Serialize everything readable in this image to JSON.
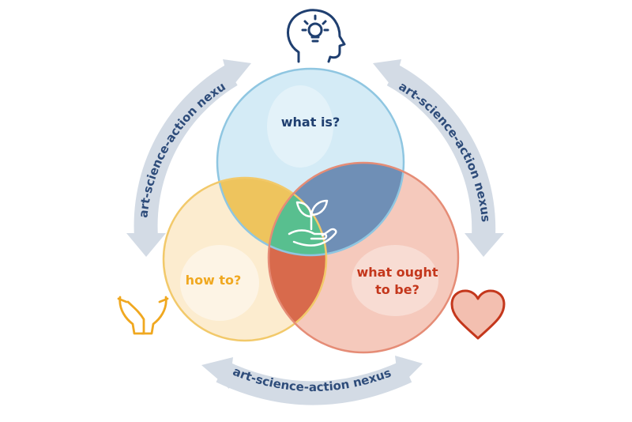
{
  "diagram": {
    "circles": {
      "what_is": {
        "label": "what is?",
        "fill": "#cde8f4",
        "stroke": "#8fc6e1",
        "text_color": "#1f3f70"
      },
      "how_to": {
        "label": "how to?",
        "fill": "#fbe9c7",
        "stroke": "#f2c96a",
        "text_color": "#f0a820"
      },
      "what_ought": {
        "label_line1": "what ought",
        "label_line2": "to be?",
        "fill": "#f3bfb0",
        "stroke": "#e58c76",
        "text_color": "#c4371c"
      }
    },
    "overlaps": {
      "top_left": "#eec45d",
      "top_right": "#6f8fb6",
      "bottom": "#d86a4c",
      "center": "#58bf8f"
    },
    "arrows": {
      "color": "#d3dbe5",
      "text_color": "#2e4c7a",
      "left_text": "art-science-action nexus",
      "right_text": "art-science-action nexus",
      "bottom_text": "art-science-action nexus"
    },
    "icons": {
      "head": "head-lightbulb-icon",
      "hands": "open-hands-icon",
      "heart": "heart-icon",
      "plant": "plant-in-hand-icon"
    },
    "icon_colors": {
      "head": "#1f3f70",
      "hands": "#f0a820",
      "heart_fill": "#f3bfb0",
      "heart_stroke": "#c4371c"
    }
  }
}
